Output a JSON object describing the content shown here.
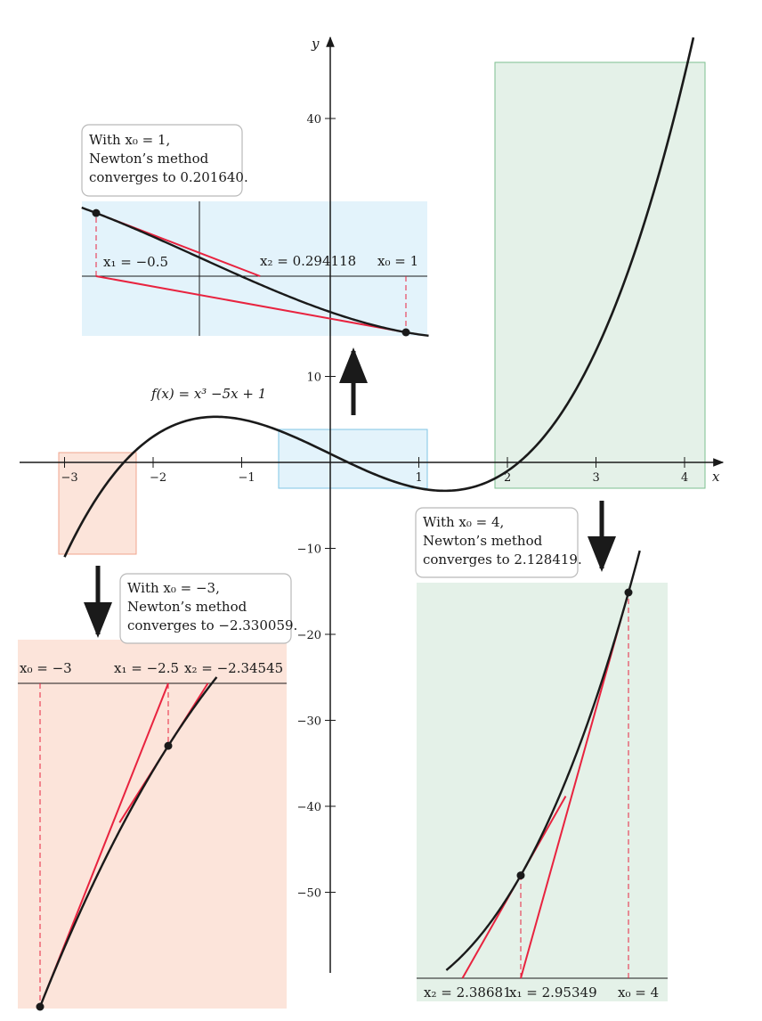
{
  "colors": {
    "curve": "#1a1a1a",
    "tangent": "#e8233f",
    "blue_panel": "#e3f3fb",
    "blue_border": "#7fc6e6",
    "red_panel": "#fce4da",
    "red_border": "#f0a58e",
    "green_panel": "#e4f1e8",
    "green_border": "#7dbf8f"
  },
  "function_label": "f(x) = x³ −5x + 1",
  "axes": {
    "x_name": "x",
    "y_name": "y",
    "x_ticks": [
      "−3",
      "−2",
      "−1",
      "1",
      "2",
      "3",
      "4"
    ],
    "y_ticks": [
      "40",
      "10",
      "−10",
      "−20",
      "−30",
      "−40",
      "−50"
    ]
  },
  "callouts": {
    "blue": [
      "With x₀ = 1,",
      "Newton’s method",
      "converges to 0.201640."
    ],
    "red": [
      "With x₀ = −3,",
      "Newton’s method",
      "converges to −2.330059."
    ],
    "green": [
      "With x₀ = 4,",
      "Newton’s method",
      "converges to 2.128419."
    ]
  },
  "zoom_labels": {
    "blue": [
      "x₁ = −0.5",
      "x₂ = 0.294118",
      "x₀ = 1"
    ],
    "red": [
      "x₀ = −3",
      "x₁ = −2.5",
      "x₂ = −2.34545"
    ],
    "green": [
      "x₂ = 2.38681",
      "x₁ = 2.95349",
      "x₀ = 4"
    ]
  },
  "chart_data": {
    "type": "line",
    "function": "x^3 - 5x + 1",
    "x_range": [
      -3,
      4.1
    ],
    "x": [
      -3,
      -2.5,
      -2,
      -1.5,
      -1,
      -0.5,
      0,
      0.5,
      1,
      1.5,
      2,
      2.5,
      3,
      3.5,
      4
    ],
    "y": [
      -11,
      -2.125,
      3,
      5.125,
      5,
      3.375,
      1,
      -1.375,
      -3,
      -3.125,
      -1,
      4.125,
      13,
      26.375,
      45
    ],
    "newton_iterations": [
      {
        "x0": 1,
        "x1": -0.5,
        "x2": 0.294118,
        "root": 0.20164
      },
      {
        "x0": -3,
        "x1": -2.5,
        "x2": -2.34545,
        "root": -2.330059
      },
      {
        "x0": 4,
        "x1": 2.95349,
        "x2": 2.38681,
        "root": 2.128419
      }
    ]
  }
}
